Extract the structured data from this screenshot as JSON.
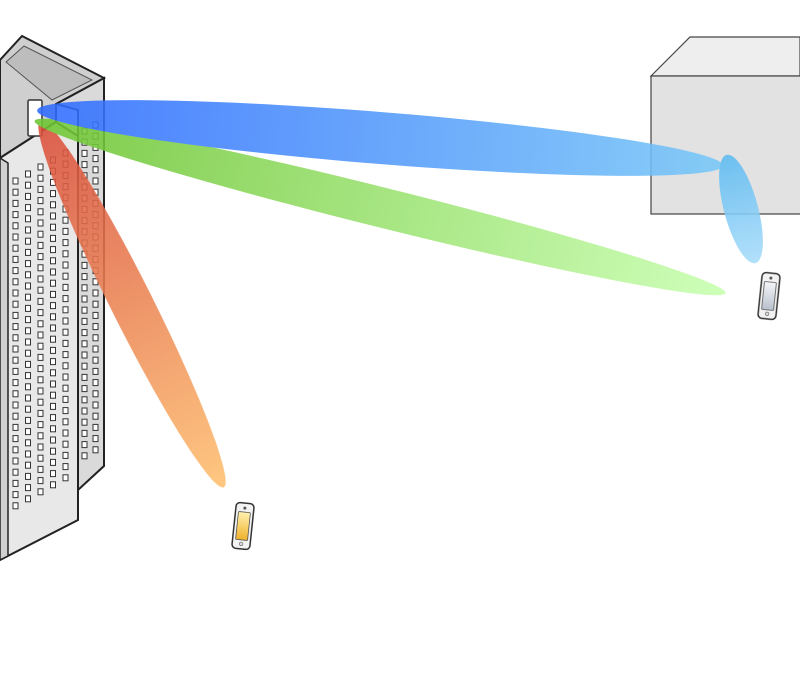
{
  "scene": {
    "background": "#ffffff",
    "tower": {
      "wall_front": "#e6e6e6",
      "wall_side": "#d6d6d6",
      "roof": "#c8c8c8",
      "window": "#ffffff",
      "outline": "#222222"
    },
    "building_right": {
      "front": "#e2e2e2",
      "top": "#eeeeee",
      "outline": "#444444"
    },
    "beams": [
      {
        "name": "red-orange",
        "color_start": "#d94c3a",
        "color_end": "#ffc070"
      },
      {
        "name": "green",
        "color_start": "#6cc430",
        "color_end": "#c8ffb0"
      },
      {
        "name": "blue",
        "color_start": "#2f6bff",
        "color_end": "#78c8f8"
      },
      {
        "name": "light-blue-reflection",
        "color_start": "#5cbaf2",
        "color_end": "#a8dcfa"
      }
    ],
    "phones": [
      {
        "name": "phone-orange-screen",
        "screen": "#f4c64a"
      },
      {
        "name": "phone-silver-screen",
        "screen": "#d8dde4"
      }
    ],
    "antenna": {
      "color": "#ffffff",
      "icon": "antenna-panel-icon"
    }
  }
}
